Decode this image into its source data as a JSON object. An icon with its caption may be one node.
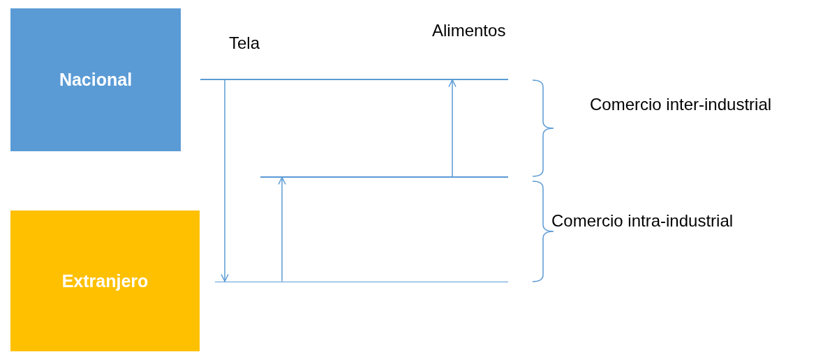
{
  "diagram": {
    "nodes": [
      {
        "text": [
          "Nacional"
        ]
      },
      {
        "text": [
          "Extranjero"
        ]
      },
      {
        "text": [],
        "shape": "bar"
      },
      {
        "text": [],
        "shape": "bar"
      },
      {
        "text": [],
        "shape": "bar"
      }
    ],
    "edges": [
      {
        "from": 2,
        "to": 4,
        "arrow": "to"
      },
      {
        "from": 3,
        "to": 2,
        "arrow": "to"
      },
      {
        "from": 4,
        "to": 3,
        "arrow": "to"
      }
    ],
    "labels": [
      "Tela",
      "Alimentos",
      "Comercio inter-industrial",
      "Comercio intra-industrial"
    ]
  }
}
